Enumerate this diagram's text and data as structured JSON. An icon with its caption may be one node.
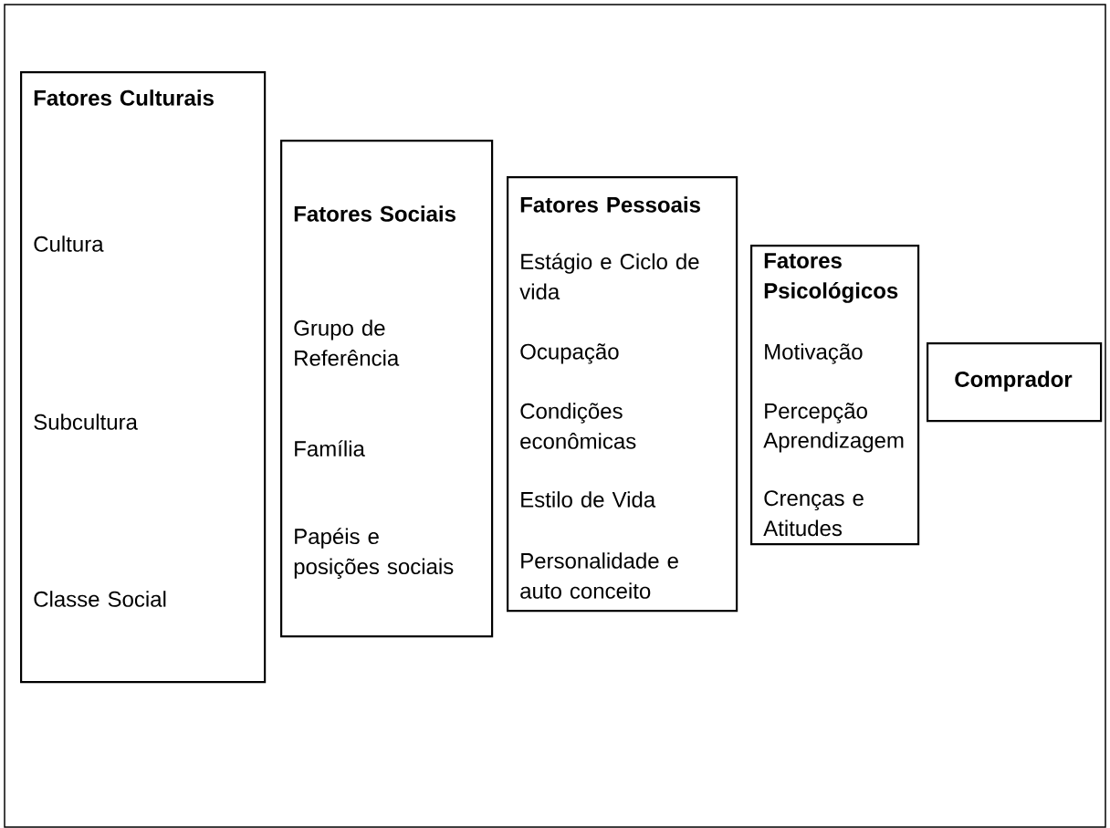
{
  "diagram": {
    "nodes": [
      {
        "text": [
          "Fatores Culturais",
          "Cultura",
          "Subcultura",
          "Classe Social"
        ]
      },
      {
        "text": [
          "Fatores Sociais",
          "Grupo de Referência",
          "Família",
          "Papéis e posições sociais"
        ]
      },
      {
        "text": [
          "Fatores Pessoais",
          "Estágio e Ciclo de vida",
          "Ocupação",
          "Condições econômicas",
          "Estilo de Vida",
          "Personalidade e auto conceito"
        ]
      },
      {
        "text": [
          "Fatores Psicológicos",
          "Motivação",
          "Percepção",
          "Aprendizagem",
          "Crenças e Atitudes"
        ]
      },
      {
        "text": [
          "Comprador"
        ]
      }
    ]
  }
}
